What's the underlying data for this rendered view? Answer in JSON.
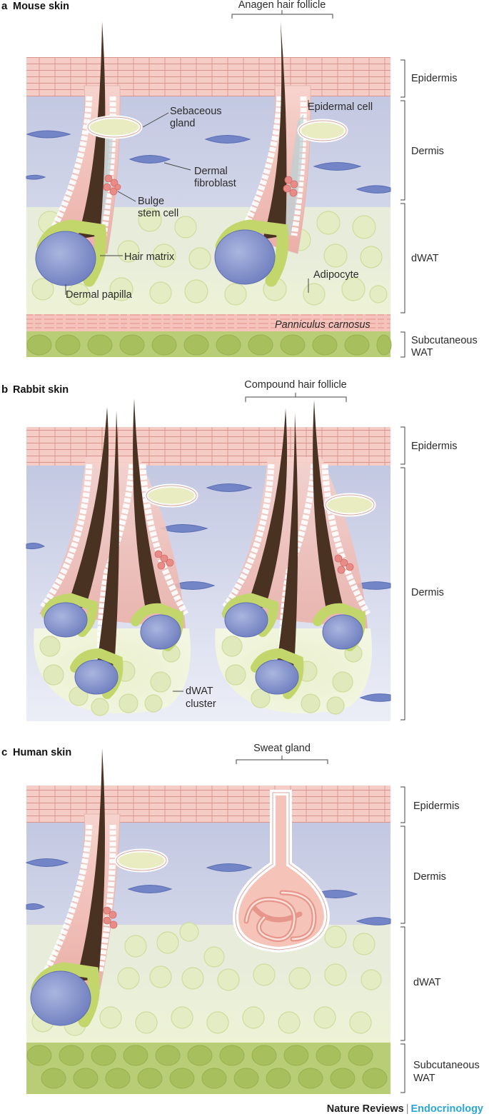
{
  "panels": {
    "a": {
      "letter": "a",
      "title": "Mouse skin",
      "labels": {
        "anagen": "Anagen hair follicle",
        "sebaceous_1": "Sebaceous",
        "sebaceous_2": "gland",
        "epidermal_cell": "Epidermal cell",
        "fibroblast_1": "Dermal",
        "fibroblast_2": "fibroblast",
        "bulge_1": "Bulge",
        "bulge_2": "stem cell",
        "hair_matrix": "Hair matrix",
        "dermal_papilla": "Dermal papilla",
        "adipocyte": "Adipocyte",
        "panniculus": "Panniculus carnosus"
      },
      "layers": {
        "epidermis": "Epidermis",
        "dermis": "Dermis",
        "dwat": "dWAT",
        "subcut_1": "Subcutaneous",
        "subcut_2": "WAT"
      }
    },
    "b": {
      "letter": "b",
      "title": "Rabbit skin",
      "labels": {
        "compound": "Compound hair follicle",
        "cluster_1": "dWAT",
        "cluster_2": "cluster"
      },
      "layers": {
        "epidermis": "Epidermis",
        "dermis": "Dermis"
      }
    },
    "c": {
      "letter": "c",
      "title": "Human skin",
      "labels": {
        "sweat": "Sweat gland"
      },
      "layers": {
        "epidermis": "Epidermis",
        "dermis": "Dermis",
        "dwat": "dWAT",
        "subcut_1": "Subcutaneous",
        "subcut_2": "WAT"
      }
    }
  },
  "footer": {
    "journal": "Nature Reviews",
    "separator": "|",
    "section": "Endocrinology"
  },
  "colors": {
    "epidermis": "#f4c7c1",
    "dermis": "#c7cbe3",
    "dwat": "#eef3d6",
    "adipocyte": "#dde9b6",
    "subcut": "#b7cc73",
    "hair": "#4a3222",
    "papilla": "#7d8cc7",
    "matrix": "#c3d66c",
    "bulge": "#e88a86",
    "gland": "#e9ecc0",
    "fibroblast": "#6a7fc0",
    "panniculus": "#f3b9b2",
    "sweat_gland": "#f6b9ad"
  }
}
